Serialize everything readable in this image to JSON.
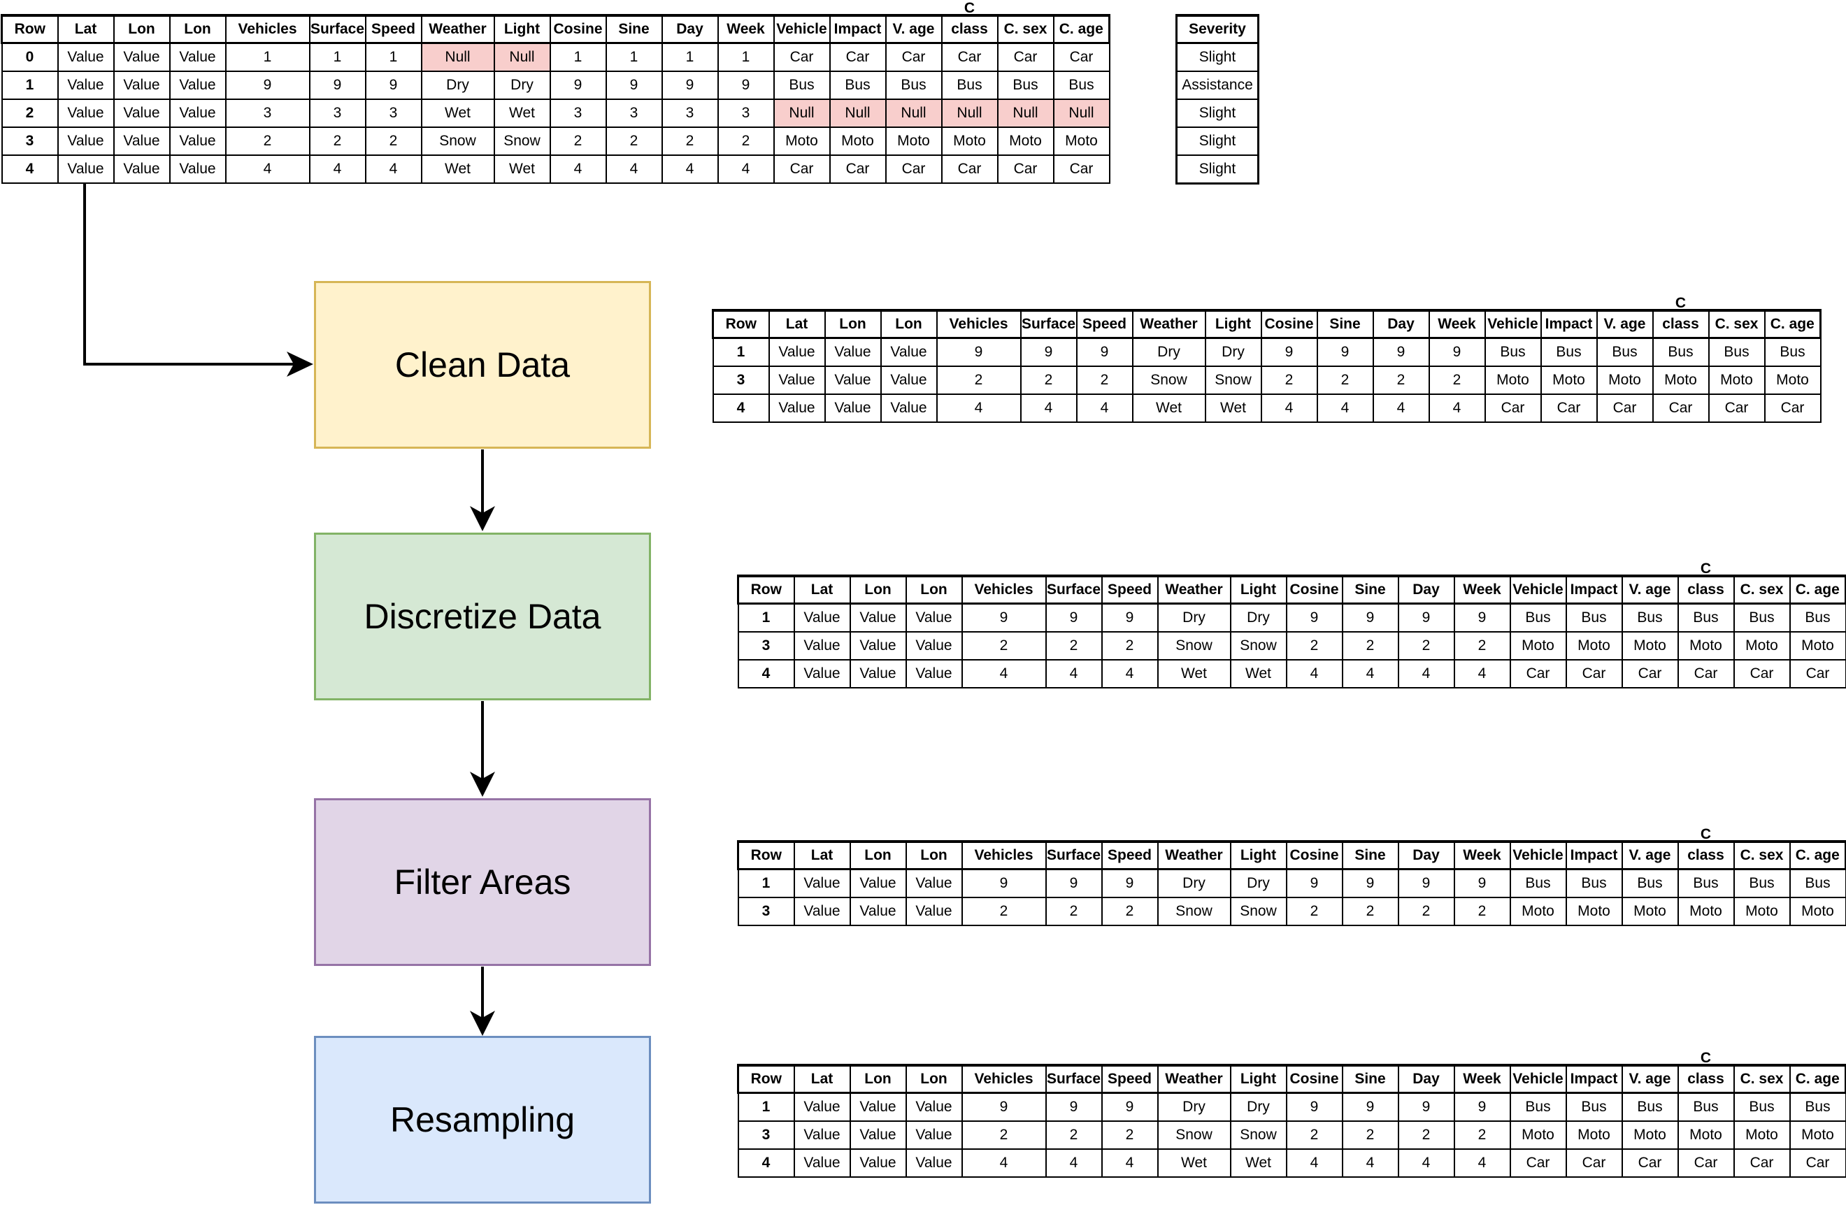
{
  "columns": [
    "Row",
    "Lat",
    "Lon",
    "Lon",
    "Vehicles",
    "Surface",
    "Speed",
    "Weather",
    "Light",
    "Cosine",
    "Sine",
    "Day",
    "Week",
    "Vehicle",
    "Impact",
    "V. age",
    "class",
    "C. sex",
    "C. age"
  ],
  "class_superscript": "C",
  "initial_table": {
    "rows": [
      [
        "0",
        "Value",
        "Value",
        "Value",
        "1",
        "1",
        "1",
        "Null",
        "Null",
        "1",
        "1",
        "1",
        "1",
        "Car",
        "Car",
        "Car",
        "Car",
        "Car",
        "Car"
      ],
      [
        "1",
        "Value",
        "Value",
        "Value",
        "9",
        "9",
        "9",
        "Dry",
        "Dry",
        "9",
        "9",
        "9",
        "9",
        "Bus",
        "Bus",
        "Bus",
        "Bus",
        "Bus",
        "Bus"
      ],
      [
        "2",
        "Value",
        "Value",
        "Value",
        "3",
        "3",
        "3",
        "Wet",
        "Wet",
        "3",
        "3",
        "3",
        "3",
        "Null",
        "Null",
        "Null",
        "Null",
        "Null",
        "Null"
      ],
      [
        "3",
        "Value",
        "Value",
        "Value",
        "2",
        "2",
        "2",
        "Snow",
        "Snow",
        "2",
        "2",
        "2",
        "2",
        "Moto",
        "Moto",
        "Moto",
        "Moto",
        "Moto",
        "Moto"
      ],
      [
        "4",
        "Value",
        "Value",
        "Value",
        "4",
        "4",
        "4",
        "Wet",
        "Wet",
        "4",
        "4",
        "4",
        "4",
        "Car",
        "Car",
        "Car",
        "Car",
        "Car",
        "Car"
      ]
    ]
  },
  "severity": {
    "header": "Severity",
    "values": [
      "Slight",
      "Assistance",
      "Slight",
      "Slight",
      "Slight"
    ]
  },
  "steps": [
    {
      "label": "Clean Data",
      "fill": "#fff2cc",
      "stroke": "#d6b656"
    },
    {
      "label": "Discretize Data",
      "fill": "#d5e8d4",
      "stroke": "#82b366"
    },
    {
      "label": "Filter Areas",
      "fill": "#e1d5e7",
      "stroke": "#9673a6"
    },
    {
      "label": "Resampling",
      "fill": "#dae8fc",
      "stroke": "#6c8ebf"
    }
  ],
  "result_tables": [
    {
      "rows": [
        [
          "1",
          "Value",
          "Value",
          "Value",
          "9",
          "9",
          "9",
          "Dry",
          "Dry",
          "9",
          "9",
          "9",
          "9",
          "Bus",
          "Bus",
          "Bus",
          "Bus",
          "Bus",
          "Bus"
        ],
        [
          "3",
          "Value",
          "Value",
          "Value",
          "2",
          "2",
          "2",
          "Snow",
          "Snow",
          "2",
          "2",
          "2",
          "2",
          "Moto",
          "Moto",
          "Moto",
          "Moto",
          "Moto",
          "Moto"
        ],
        [
          "4",
          "Value",
          "Value",
          "Value",
          "4",
          "4",
          "4",
          "Wet",
          "Wet",
          "4",
          "4",
          "4",
          "4",
          "Car",
          "Car",
          "Car",
          "Car",
          "Car",
          "Car"
        ]
      ]
    },
    {
      "rows": [
        [
          "1",
          "Value",
          "Value",
          "Value",
          "9",
          "9",
          "9",
          "Dry",
          "Dry",
          "9",
          "9",
          "9",
          "9",
          "Bus",
          "Bus",
          "Bus",
          "Bus",
          "Bus",
          "Bus"
        ],
        [
          "3",
          "Value",
          "Value",
          "Value",
          "2",
          "2",
          "2",
          "Snow",
          "Snow",
          "2",
          "2",
          "2",
          "2",
          "Moto",
          "Moto",
          "Moto",
          "Moto",
          "Moto",
          "Moto"
        ],
        [
          "4",
          "Value",
          "Value",
          "Value",
          "4",
          "4",
          "4",
          "Wet",
          "Wet",
          "4",
          "4",
          "4",
          "4",
          "Car",
          "Car",
          "Car",
          "Car",
          "Car",
          "Car"
        ]
      ]
    },
    {
      "rows": [
        [
          "1",
          "Value",
          "Value",
          "Value",
          "9",
          "9",
          "9",
          "Dry",
          "Dry",
          "9",
          "9",
          "9",
          "9",
          "Bus",
          "Bus",
          "Bus",
          "Bus",
          "Bus",
          "Bus"
        ],
        [
          "3",
          "Value",
          "Value",
          "Value",
          "2",
          "2",
          "2",
          "Snow",
          "Snow",
          "2",
          "2",
          "2",
          "2",
          "Moto",
          "Moto",
          "Moto",
          "Moto",
          "Moto",
          "Moto"
        ]
      ]
    },
    {
      "rows": [
        [
          "1",
          "Value",
          "Value",
          "Value",
          "9",
          "9",
          "9",
          "Dry",
          "Dry",
          "9",
          "9",
          "9",
          "9",
          "Bus",
          "Bus",
          "Bus",
          "Bus",
          "Bus",
          "Bus"
        ],
        [
          "3",
          "Value",
          "Value",
          "Value",
          "2",
          "2",
          "2",
          "Snow",
          "Snow",
          "2",
          "2",
          "2",
          "2",
          "Moto",
          "Moto",
          "Moto",
          "Moto",
          "Moto",
          "Moto"
        ],
        [
          "4",
          "Value",
          "Value",
          "Value",
          "4",
          "4",
          "4",
          "Wet",
          "Wet",
          "4",
          "4",
          "4",
          "4",
          "Car",
          "Car",
          "Car",
          "Car",
          "Car",
          "Car"
        ]
      ]
    }
  ],
  "null_value": "Null",
  "null_fill": "#f8cecc"
}
